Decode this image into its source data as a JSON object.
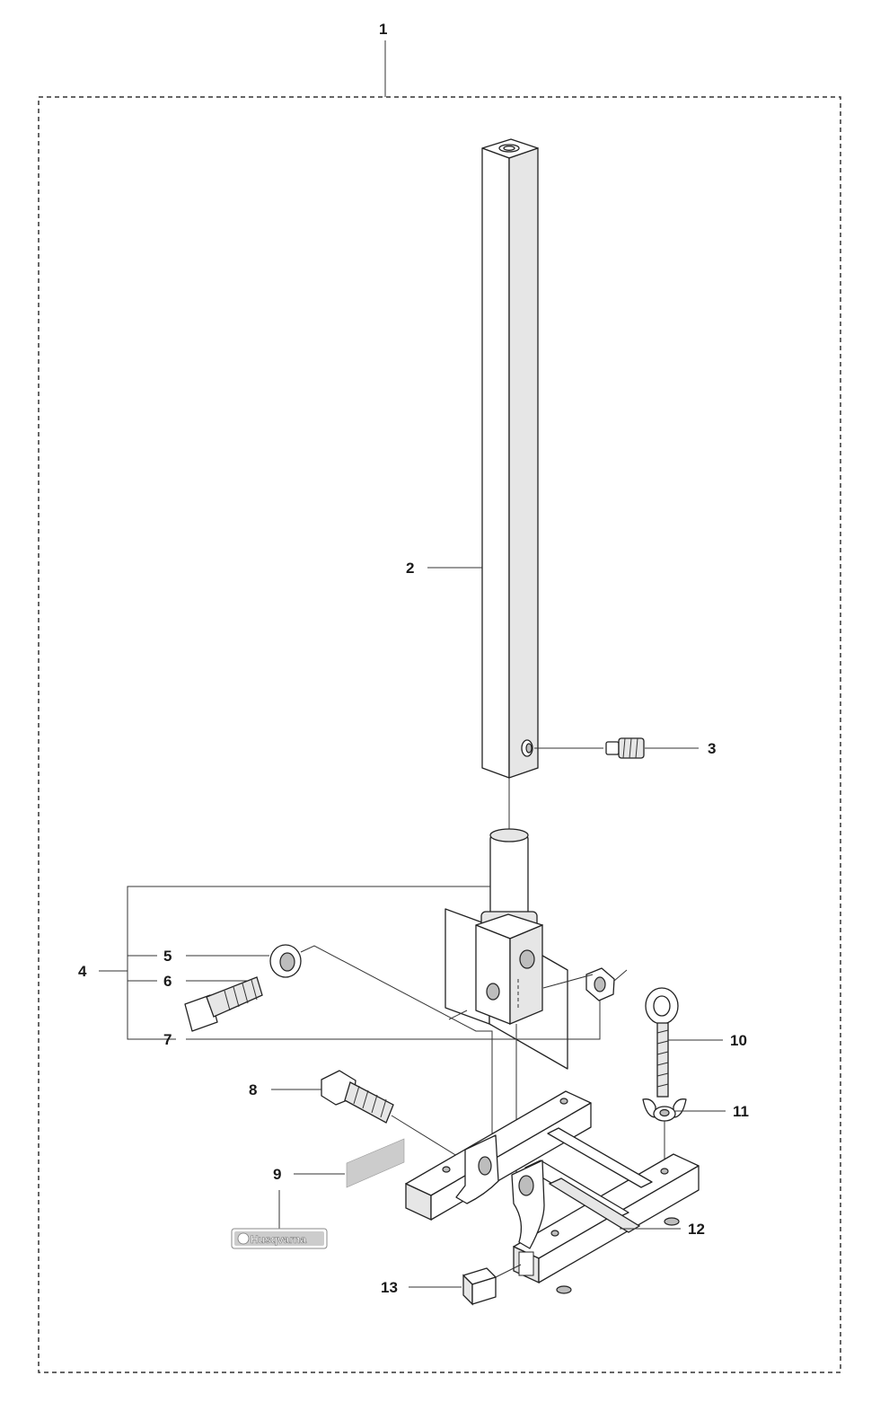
{
  "callouts": {
    "c1": "1",
    "c2": "2",
    "c3": "3",
    "c4": "4",
    "c5": "5",
    "c6": "6",
    "c7": "7",
    "c8": "8",
    "c9": "9",
    "c10": "10",
    "c11": "11",
    "c12": "12",
    "c13": "13"
  },
  "decal": {
    "brand": "Husqvarna"
  },
  "colors": {
    "line": "#222222",
    "frame": "#333333",
    "decal_fill": "#cccccc"
  }
}
